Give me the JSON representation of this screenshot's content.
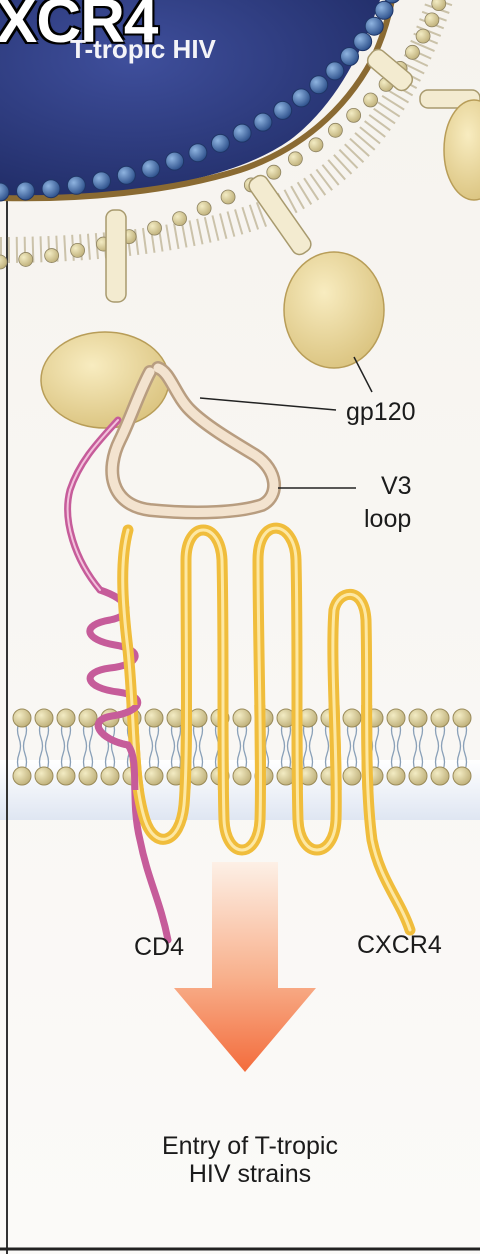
{
  "header": {
    "title": "XCR4",
    "subtitle": "T-tropic HIV"
  },
  "labels": {
    "gp120": "gp120",
    "v3_line1": "V3",
    "v3_line2": "loop",
    "cd4": "CD4",
    "cxcr4": "CXCR4"
  },
  "caption": {
    "line1": "Entry of T-tropic",
    "line2": "HIV strains"
  },
  "colors": {
    "virus": "#2e3e86",
    "lipid_head": "#cbbf8e",
    "gp120": "#e8d69b",
    "v3_loop": "#f0dcc6",
    "cd4": "#c65c9a",
    "cxcr4": "#f0bd3c",
    "arrow": "#f4855a"
  }
}
